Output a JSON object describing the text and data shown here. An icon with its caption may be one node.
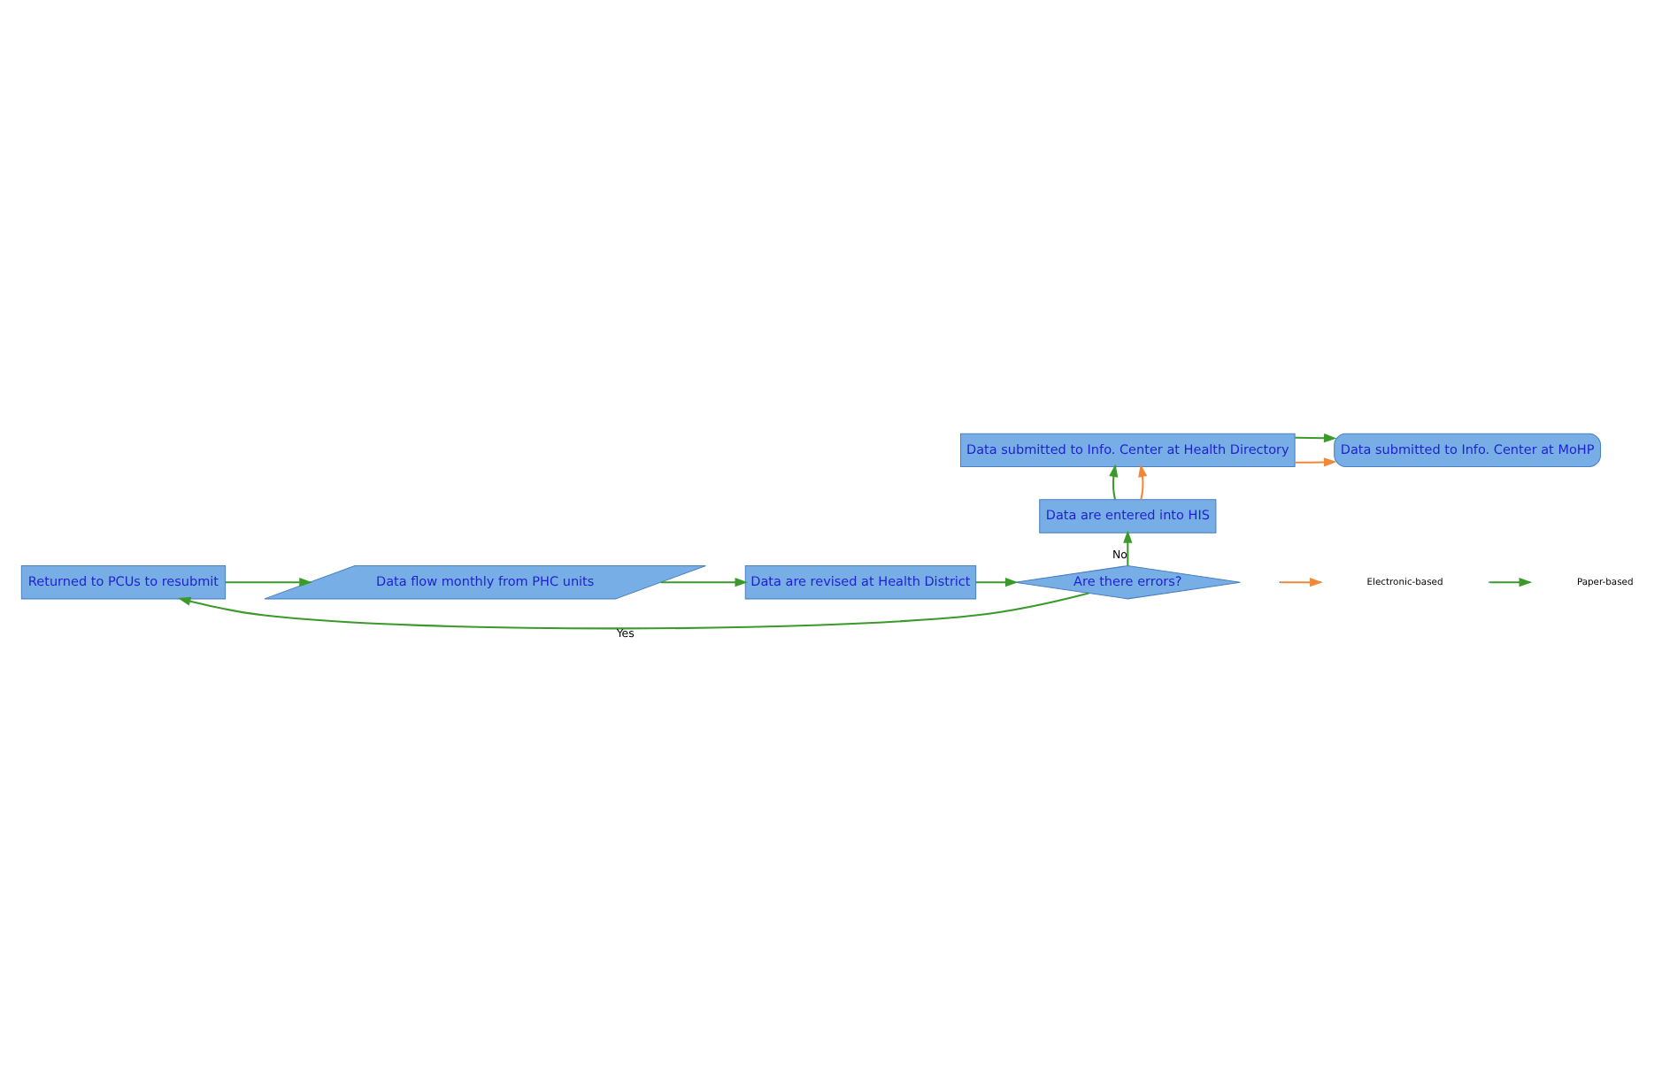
{
  "diagram": {
    "nodes": [
      {
        "text": [
          "Data submitted to Info. Center at MoHP"
        ]
      },
      {
        "text": [
          "Data submitted to Info. Center at Health Directory"
        ]
      },
      {
        "text": [
          "Data are entered into HIS"
        ]
      },
      {
        "text": [
          "Data flow monthly from PHC units"
        ]
      },
      {
        "text": [
          "Data are revised at Health District"
        ]
      },
      {
        "text": [
          "Are there errors?"
        ]
      },
      {
        "text": [
          "Returned to PCUs to resubmit"
        ]
      }
    ],
    "edges": [
      {
        "from": 1,
        "to": 0,
        "arrow": "to"
      },
      {
        "from": 1,
        "to": 0,
        "arrow": "to",
        "color": "#f0883a"
      },
      {
        "from": 2,
        "to": 1,
        "arrow": "to"
      },
      {
        "from": 2,
        "to": 1,
        "arrow": "to",
        "color": "#f0883a"
      },
      {
        "from": 5,
        "to": 2,
        "arrow": "to",
        "label": "No"
      },
      {
        "from": 3,
        "to": 4,
        "arrow": "to"
      },
      {
        "from": 4,
        "to": 5,
        "arrow": "to"
      },
      {
        "from": 5,
        "to": 6,
        "arrow": "to",
        "label": "Yes"
      },
      {
        "from": 6,
        "to": 3,
        "arrow": "to"
      }
    ],
    "legend": [
      {
        "text": "Electronic-based"
      },
      {
        "text": "Paper-based"
      }
    ]
  }
}
